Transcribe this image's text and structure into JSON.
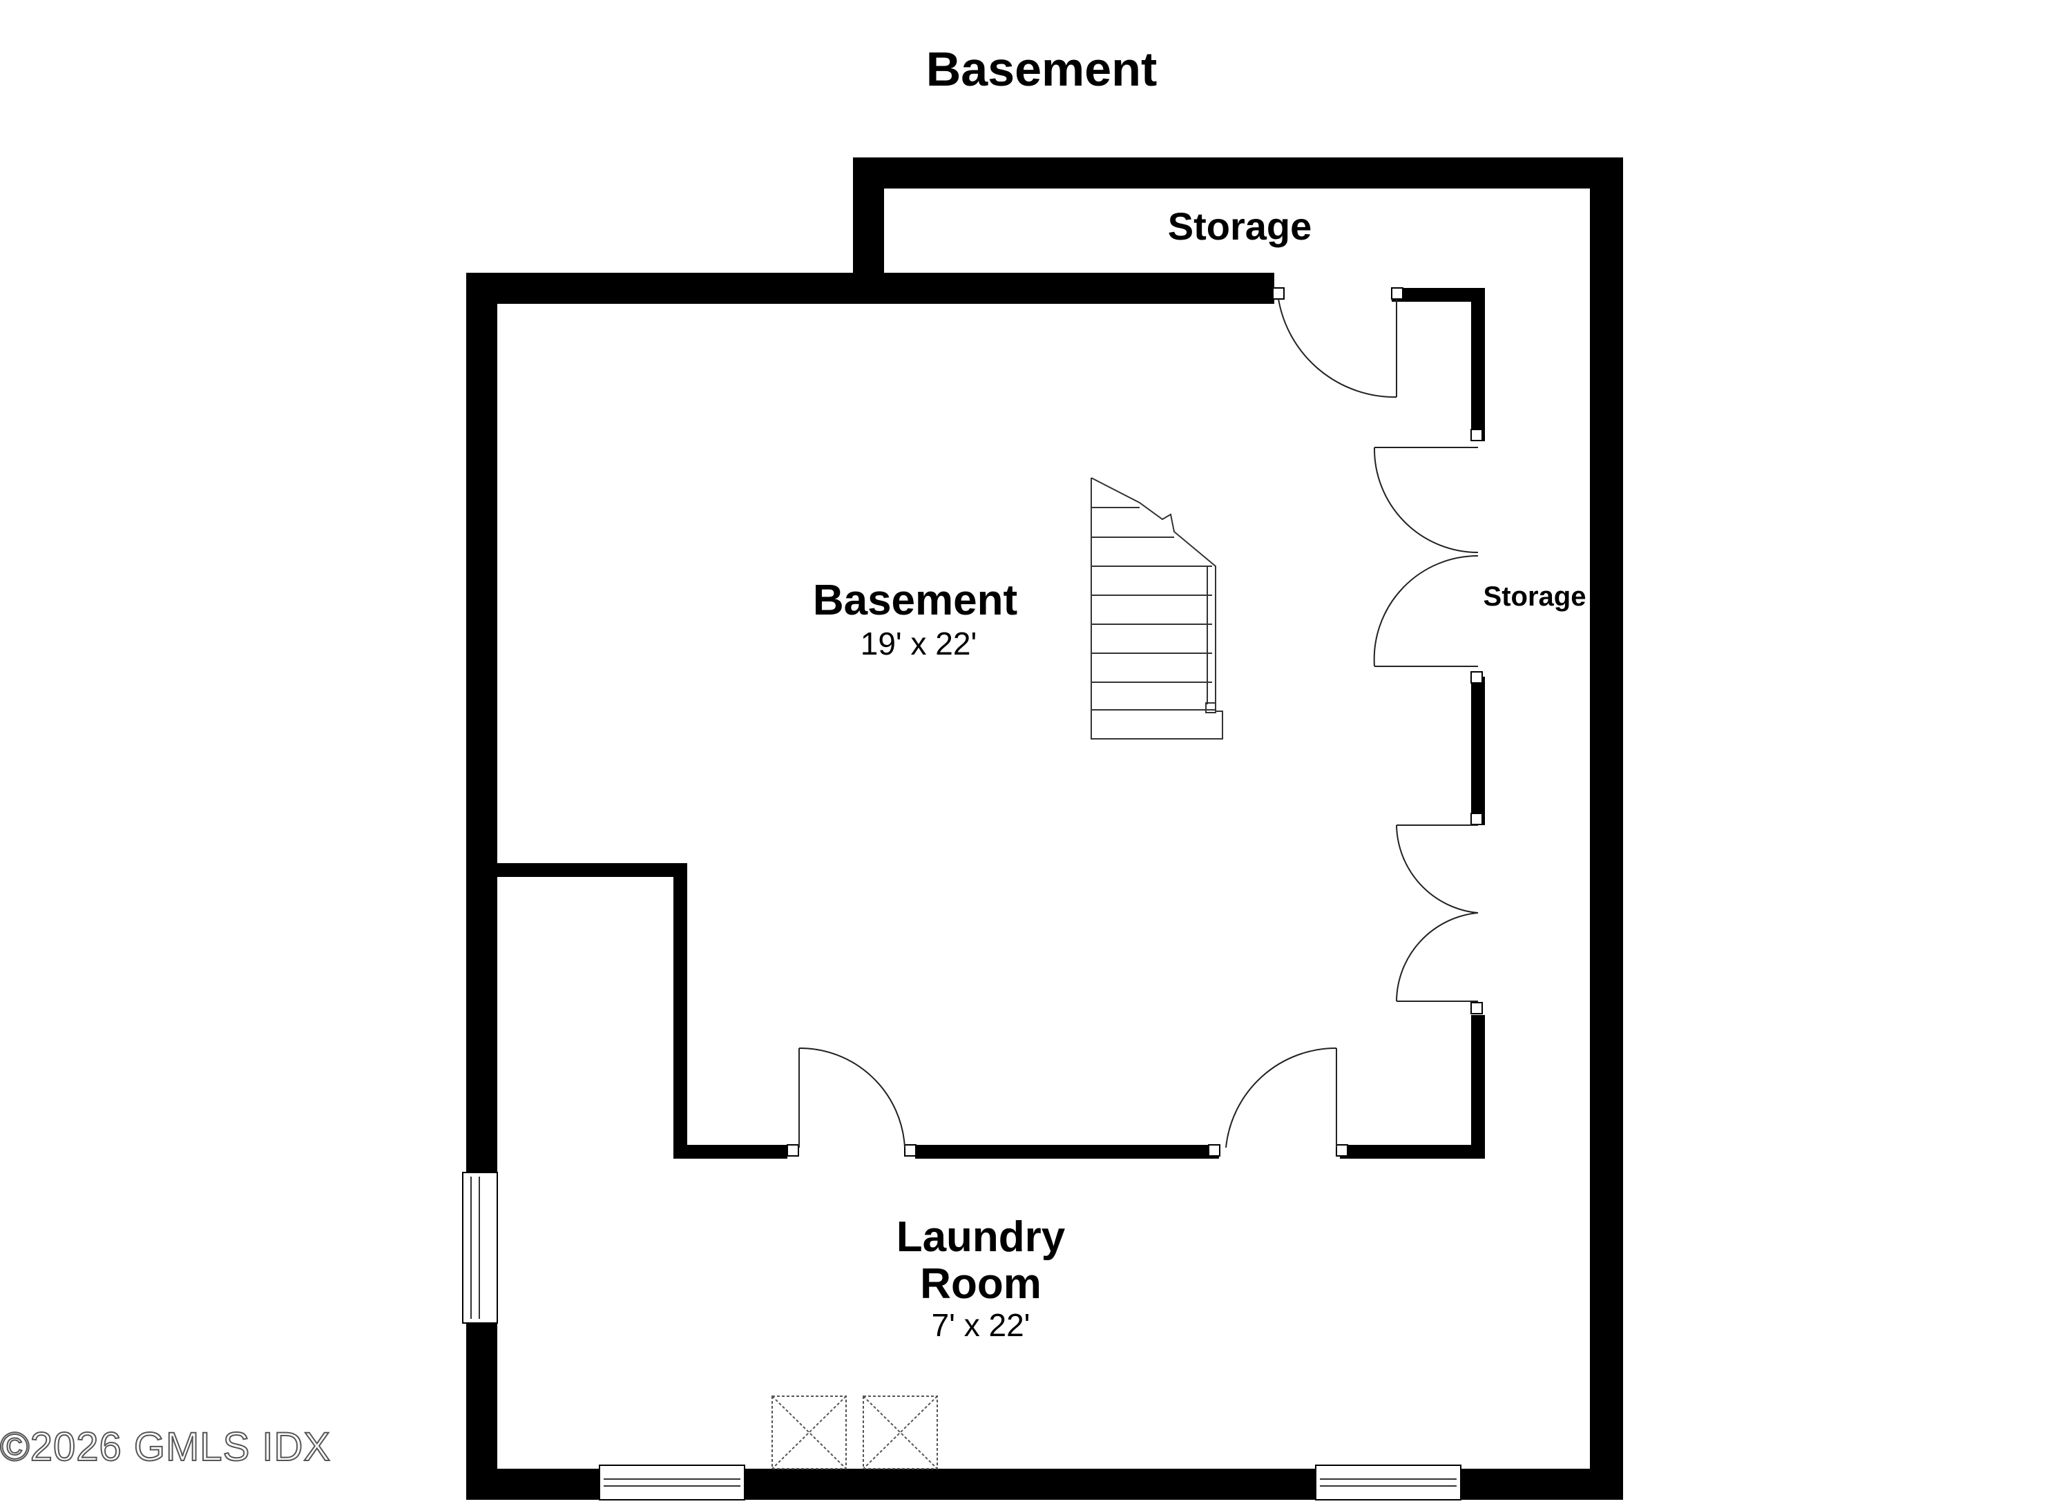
{
  "plan": {
    "title": "Basement",
    "watermark": "©2026 GMLS IDX",
    "rooms": {
      "storage_top": {
        "name": "Storage"
      },
      "storage_right": {
        "name": "Storage"
      },
      "basement": {
        "name": "Basement",
        "dimensions": "19' x 22'"
      },
      "laundry": {
        "name_line1": "Laundry",
        "name_line2": "Room",
        "dimensions": "7' x 22'"
      }
    }
  }
}
